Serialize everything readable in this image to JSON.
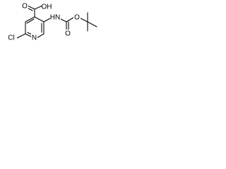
{
  "molecule": {
    "atom_labels": {
      "carboxyl_group": "OH",
      "carboxyl_carbonyl_oxygen": "O",
      "ring_nitrogen": "N",
      "chlorine": "Cl",
      "amide_nitrogen": "HN",
      "carbamate_carbonyl_oxygen": "O",
      "ester_oxygen": "O"
    }
  }
}
